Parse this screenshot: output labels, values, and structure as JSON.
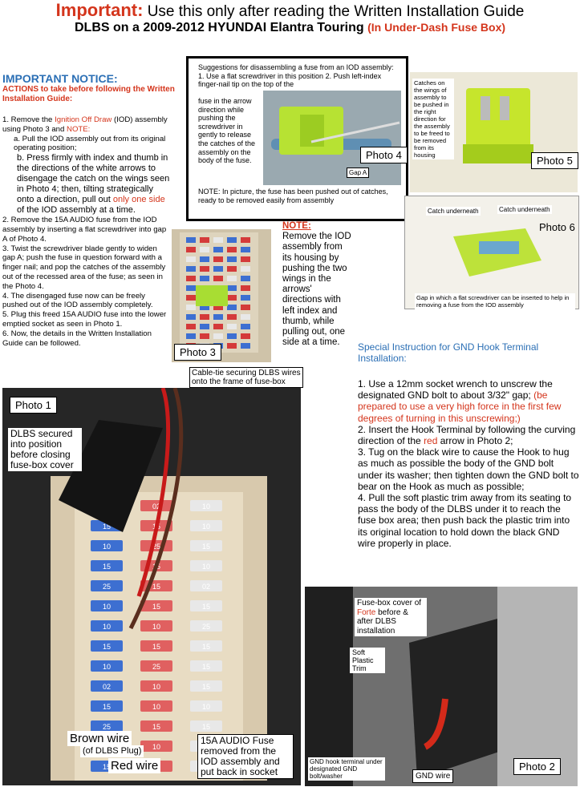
{
  "header": {
    "important": "Important:",
    "line1_rest": "Use this only after reading the Written Installation Guide",
    "line2": "DLBS on a 2009-2012 HYUNDAI Elantra Touring",
    "line2_sub": "(In Under-Dash Fuse Box)"
  },
  "notice": {
    "heading": "IMPORTANT NOTICE:",
    "subheading": "ACTIONS to take before following the Written Installation Guide:",
    "step1_a": "1.  Remove the ",
    "step1_red": "Ignition Off Draw",
    "step1_b": " (IOD) assembly using Photo 3 and ",
    "step1_note": "NOTE:",
    "step1a": "a.  Pull the IOD assembly out from its original operating position;",
    "step1b_a": "b.  Press firmly with index and thumb in the directions of the white arrows to disengage the catch on the wings seen in Photo 4; then, tilting strategically onto a direction, pull out ",
    "step1b_red": "only one side",
    "step1b_b": " of the IOD assembly at a time.",
    "step2": "2.  Remove the 15A AUDIO fuse from the IOD assembly by inserting a flat screwdriver into gap A of Photo 4.",
    "step3": "3.  Twist the screwdriver blade gently to widen gap A; push the fuse in question forward with a finger nail; and pop the catches of the assembly out of the recessed area of the fuse; as seen in the Photo 4.",
    "step4": "4.  The disengaged fuse now can be freely pushed out of the IOD assembly completely.",
    "step5": "5.  Plug this freed 15A AUDIO fuse into the lower emptied socket as seen in Photo 1.",
    "step6": "6.  Now, the details in the Written Installation Guide can be followed."
  },
  "photo4": {
    "text_top": "Suggestions for disassembling a fuse from an IOD assembly: 1. Use a flat screwdriver in this position 2. Push left-index finger-nail tip on the top of the",
    "text_left": "fuse in the arrow direction while pushing the screwdriver in gently to release the catches of the assembly on the body of the fuse.",
    "text_bottom": "NOTE: In picture, the fuse has been pushed out of catches, ready to be removed easily from assembly",
    "gap_label": "Gap A",
    "caption": "Photo 4"
  },
  "photo5": {
    "label": "Catches on the wings of assembly to be pushed in the right direction for the assembly to be freed to be removed from its housing",
    "caption": "Photo 5"
  },
  "photo6": {
    "catch1": "Catch underneath",
    "catch2": "Catch underneath",
    "gap": "Gap in which a flat screwdriver can be inserted to help in removing a fuse from the IOD assembly",
    "caption": "Photo 6"
  },
  "photo3": {
    "caption": "Photo 3"
  },
  "note": {
    "heading": "NOTE:",
    "body": "Remove the IOD assembly from its housing by pushing the two wings in the arrows' directions with left index and thumb, while pulling out, one side at a time."
  },
  "gnd": {
    "heading": "Special Instruction for GND Hook Terminal Installation:",
    "step1_a": "1.  Use a 12mm socket wrench to unscrew the designated GND bolt to about 3/32\" gap; ",
    "step1_red": "(be prepared to use a very high force in the first few degrees of turning in this unscrewing;)",
    "step2_a": "2.  Insert the Hook Terminal by following the curving direction of the ",
    "step2_red": "red",
    "step2_b": " arrow in Photo 2;",
    "step3": "3.  Tug on the black wire to cause the Hook to hug as much as possible the body of the GND bolt under its washer; then tighten down the GND bolt to bear on the Hook as much as possible;",
    "step4": "4.  Pull the soft plastic trim away from its seating to pass the body of the DLBS under it to reach the fuse box area; then push back the plastic trim into its original location to hold down the black GND wire properly in place."
  },
  "photo1": {
    "caption": "Photo 1",
    "cable_tie": "Cable-tie securing DLBS wires onto the frame of fuse-box",
    "dlbs": "DLBS secured into position before closing fuse-box cover",
    "brown": "Brown wire",
    "brown_sub": "(of DLBS Plug)",
    "red": "Red wire",
    "fuse": "15A AUDIO Fuse removed from the IOD assembly and put back in socket",
    "fuse_labels": [
      "15",
      "02",
      "10",
      "15",
      "15",
      "10",
      "10",
      "25",
      "15",
      "15",
      "15",
      "10",
      "25"
    ]
  },
  "photo2": {
    "cover_a": "Fuse-box cover of ",
    "cover_red": "Forte",
    "cover_b": " before & after DLBS installation",
    "trim": "Soft Plastic Trim",
    "hook": "GND hook terminal under designated GND bolt/washer",
    "gnd_wire": "GND wire",
    "caption": "Photo 2"
  },
  "colors": {
    "accent_red": "#d4351c",
    "accent_blue": "#2b6fb5"
  }
}
